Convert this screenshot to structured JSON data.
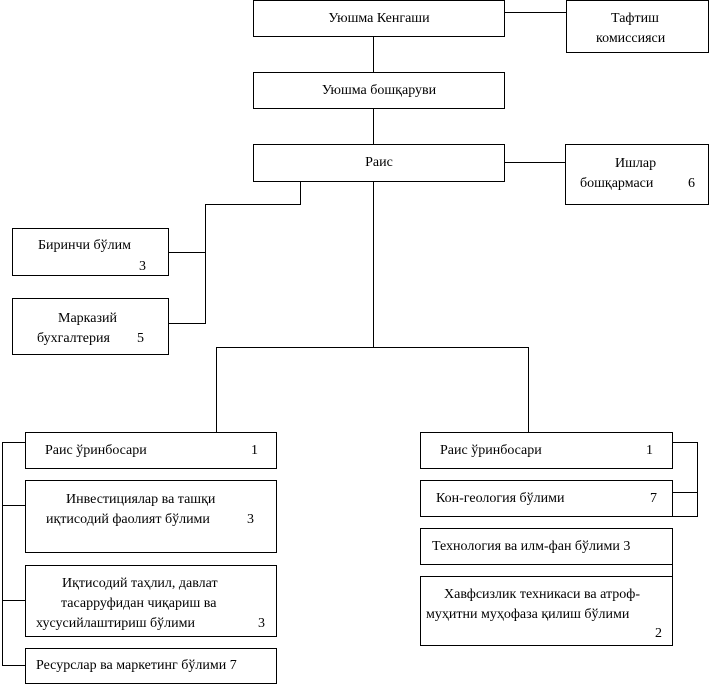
{
  "org": {
    "council": "Уюшма Кенгаши",
    "audit": {
      "line1": "Тафтиш",
      "line2": "комиссияси"
    },
    "board": "Уюшма бошқаруви",
    "chairman": "Раис",
    "affairs": {
      "line1": "Ишлар",
      "line2": "бошқармаси",
      "num": "6"
    },
    "first_dept": {
      "label": "Биринчи бўлим",
      "num": "3"
    },
    "accounting": {
      "line1": "Марказий",
      "line2": "бухгалтерия",
      "num": "5"
    },
    "left": {
      "deputy": {
        "label": "Раис ўринбосари",
        "num": "1"
      },
      "investment": {
        "line1": "Инвестициялар ва ташқи",
        "line2": "иқтисодий фаолият бўлими",
        "num": "3"
      },
      "analysis": {
        "line1": "Иқтисодий таҳлил, давлат",
        "line2": "тасарруфидан чиқариш ва",
        "line3": "хусусийлаштириш бўлими",
        "num": "3"
      },
      "marketing": {
        "label": "Ресурслар ва маркетинг бўлими 7"
      }
    },
    "right": {
      "deputy": {
        "label": "Раис ўринбосари",
        "num": "1"
      },
      "geology": {
        "label": "Кон-геология бўлими",
        "num": "7"
      },
      "technology": {
        "label": "Технология ва илм-фан бўлими 3"
      },
      "safety": {
        "line1": "Хавфсизлик техникаси ва атроф-",
        "line2": "муҳитни муҳофаза қилиш бўлими",
        "num": "2"
      }
    }
  }
}
